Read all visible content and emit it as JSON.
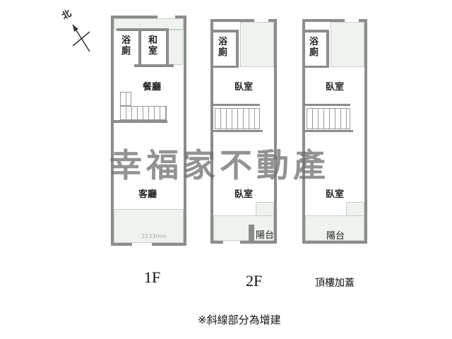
{
  "north_label": "北",
  "watermark": "幸福家不動產",
  "floors": [
    {
      "label": "1F",
      "rooms": [
        "浴廁",
        "和室",
        "餐廳",
        "客廳"
      ],
      "dimension": "3133mm"
    },
    {
      "label": "2F",
      "rooms": [
        "浴廁",
        "臥室",
        "臥室",
        "陽台"
      ]
    },
    {
      "label": "頂樓加蓋",
      "rooms": [
        "浴廁",
        "臥室",
        "臥室",
        "陽台"
      ]
    }
  ],
  "note": "※斜線部分為增建",
  "colors": {
    "wall": "#8c8c8c",
    "hatch": "#eef3ee",
    "watermark": "#6e6e6e"
  }
}
